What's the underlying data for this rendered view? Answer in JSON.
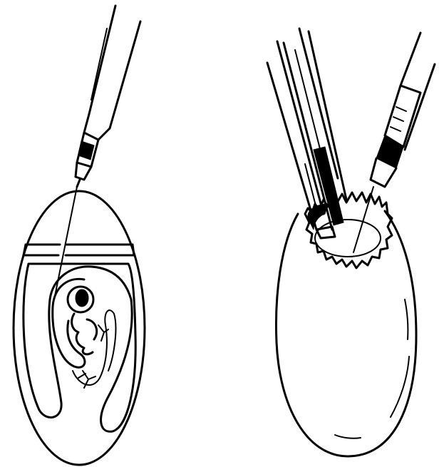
{
  "figure": {
    "panels": [
      {
        "id": "left",
        "subject": "egg-with-embryo-needle-injection"
      },
      {
        "id": "right",
        "subject": "egg-opened-shell-with-instruments"
      }
    ],
    "colors": {
      "ink": "#000000",
      "background": "#ffffff"
    }
  }
}
